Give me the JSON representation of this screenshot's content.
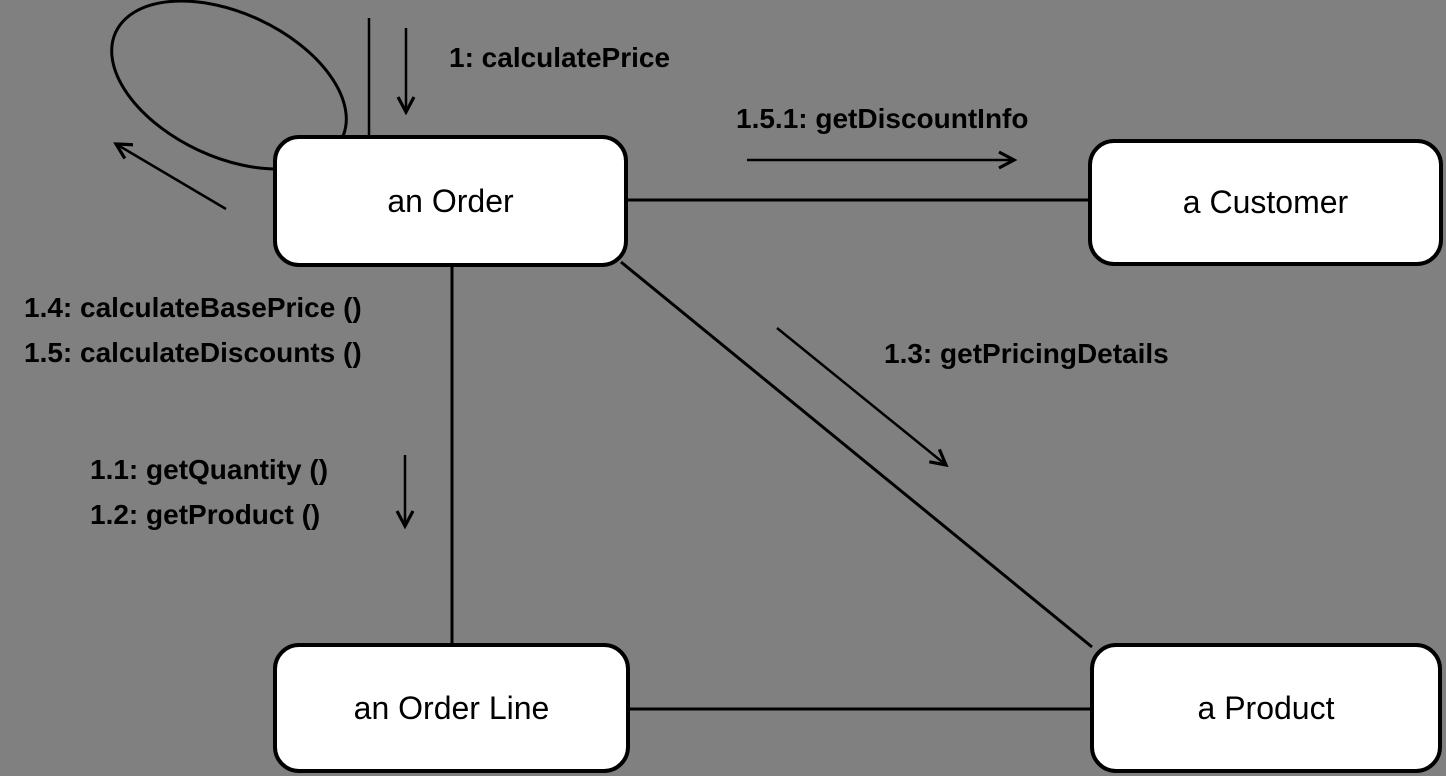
{
  "diagram": {
    "kind": "uml-communication-diagram",
    "colors": {
      "background": "#808080",
      "node_fill": "#ffffff",
      "line": "#000000",
      "text": "#000000"
    },
    "nodes": [
      {
        "id": "order",
        "label": "an Order"
      },
      {
        "id": "customer",
        "label": "a Customer"
      },
      {
        "id": "order-line",
        "label": "an Order Line"
      },
      {
        "id": "product",
        "label": "a Product"
      }
    ],
    "messages": [
      {
        "seq": "1",
        "label": "1: calculatePrice",
        "from": "external",
        "to": "an Order"
      },
      {
        "seq": "1.1",
        "label": "1.1: getQuantity ()",
        "from": "an Order",
        "to": "an Order Line"
      },
      {
        "seq": "1.2",
        "label": "1.2: getProduct ()",
        "from": "an Order",
        "to": "an Order Line"
      },
      {
        "seq": "1.3",
        "label": "1.3: getPricingDetails",
        "from": "an Order",
        "to": "a Product"
      },
      {
        "seq": "1.4",
        "label": "1.4: calculateBasePrice ()",
        "from": "an Order",
        "to": "an Order"
      },
      {
        "seq": "1.5",
        "label": "1.5: calculateDiscounts ()",
        "from": "an Order",
        "to": "an Order"
      },
      {
        "seq": "1.5.1",
        "label": "1.5.1: getDiscountInfo",
        "from": "an Order",
        "to": "a Customer"
      }
    ],
    "links": [
      {
        "id": "external-order",
        "between": [
          "external",
          "an Order"
        ]
      },
      {
        "id": "order-customer",
        "between": [
          "an Order",
          "a Customer"
        ]
      },
      {
        "id": "order-product",
        "between": [
          "an Order",
          "a Product"
        ]
      },
      {
        "id": "order-orderline",
        "between": [
          "an Order",
          "an Order Line"
        ]
      },
      {
        "id": "orderline-product",
        "between": [
          "an Order Line",
          "a Product"
        ]
      },
      {
        "id": "order-self-loop",
        "between": [
          "an Order",
          "an Order"
        ]
      }
    ]
  }
}
